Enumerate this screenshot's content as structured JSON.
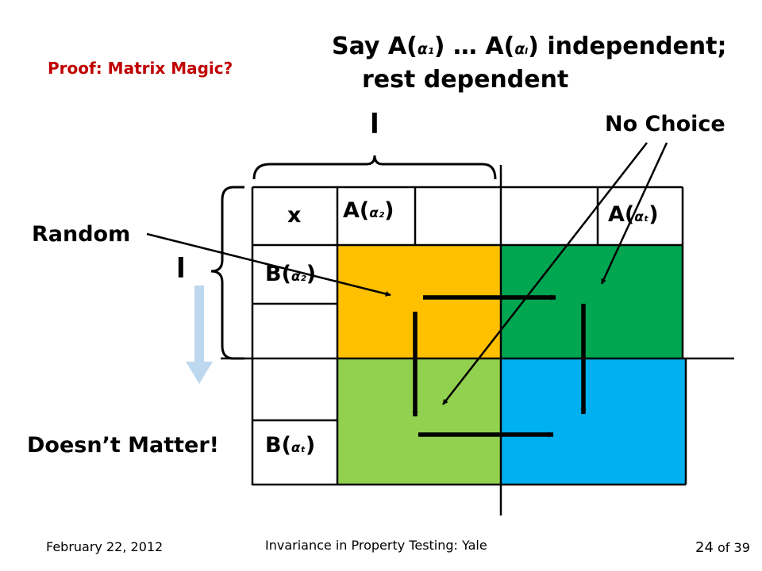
{
  "slide": {
    "title": "Proof: Matrix Magic?",
    "headline": {
      "line1_before": "Say A(",
      "line1_sub1": "α₁",
      "line1_mid": ") … A(",
      "line1_sub2": "αₗ",
      "line1_after": ") independent;",
      "line2": "rest dependent"
    },
    "brace_top_label": "l",
    "brace_left_label": "l",
    "no_choice": "No Choice",
    "random": "Random",
    "doesnt_matter": "Doesn’t Matter!",
    "matrix": {
      "corner": "x",
      "col1_prefix": "A(",
      "col1_sub": "α₂",
      "col1_suffix": ")",
      "colt_prefix": "A(",
      "colt_sub": "αₜ",
      "colt_suffix": ")",
      "row1_prefix": "B(",
      "row1_sub": "α₂",
      "row1_suffix": ")",
      "rowt_prefix": "B(",
      "rowt_sub": "αₜ",
      "rowt_suffix": ")"
    },
    "colors": {
      "orange": "#ffc000",
      "dark_green": "#00a650",
      "light_green": "#92d050",
      "blue": "#00b0f0",
      "title_red": "#c00000",
      "light_blue_arrow": "#bdd7ee"
    }
  },
  "footer": {
    "date": "February 22, 2012",
    "center": "Invariance in Property Testing: Yale",
    "page": "24",
    "of_label": "of 39"
  }
}
